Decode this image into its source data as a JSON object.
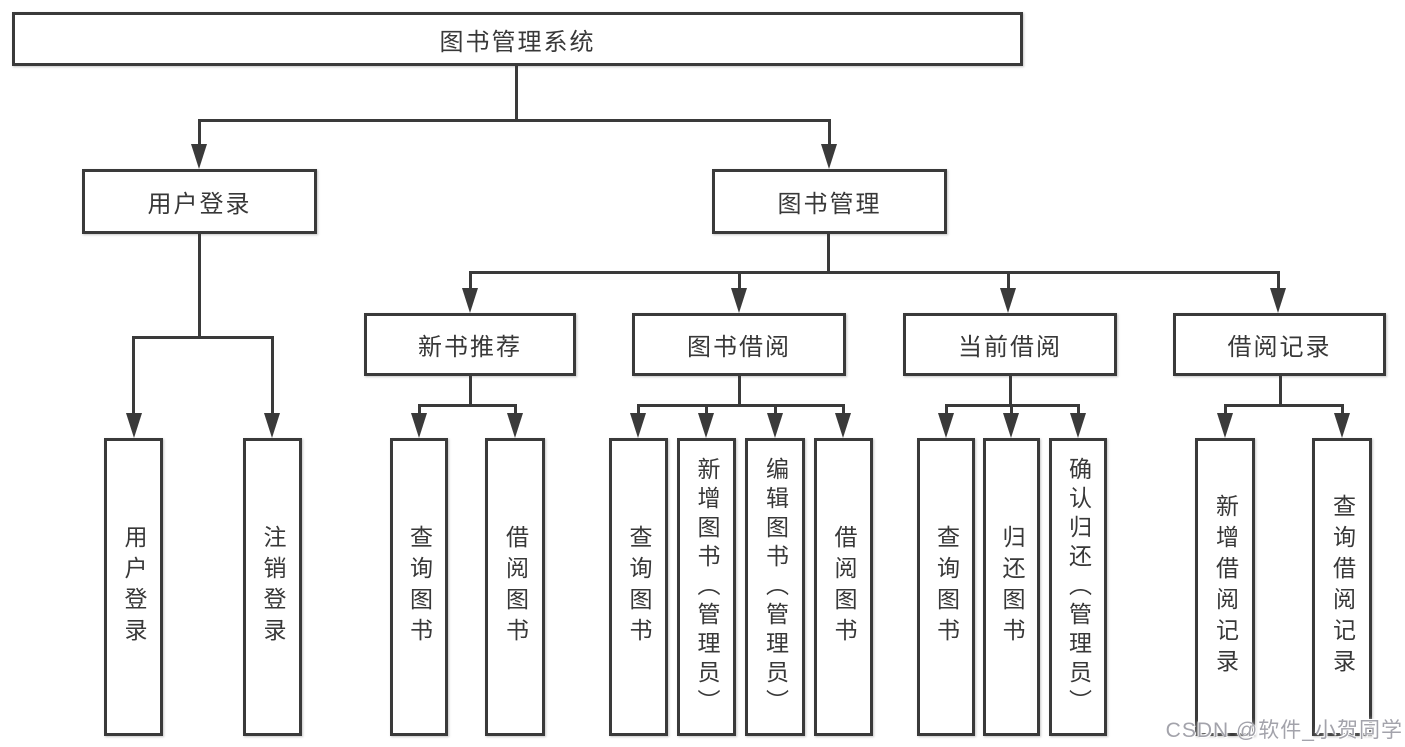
{
  "diagram": {
    "type": "hierarchy-tree",
    "nodes": {
      "root": "图书管理系统",
      "user_login": "用户登录",
      "book_mgmt": "图书管理",
      "new_books": "新书推荐",
      "book_borrow": "图书借阅",
      "current_borrow": "当前借阅",
      "borrow_records": "借阅记录",
      "leaf_user_login": "用户登录",
      "leaf_logout": "注销登录",
      "leaf_nb_query": "查询图书",
      "leaf_nb_borrow": "借阅图书",
      "leaf_bb_query": "查询图书",
      "leaf_bb_add": "新增图书（管理员）",
      "leaf_bb_edit": "编辑图书（管理员）",
      "leaf_bb_borrow": "借阅图书",
      "leaf_cb_query": "查询图书",
      "leaf_cb_return": "归还图书",
      "leaf_cb_confirm": "确认归还（管理员）",
      "leaf_br_add": "新增借阅记录",
      "leaf_br_query": "查询借阅记录"
    },
    "line_color": "#3a3a3a",
    "background": "#ffffff"
  },
  "watermark": "CSDN @软件_小贺同学"
}
